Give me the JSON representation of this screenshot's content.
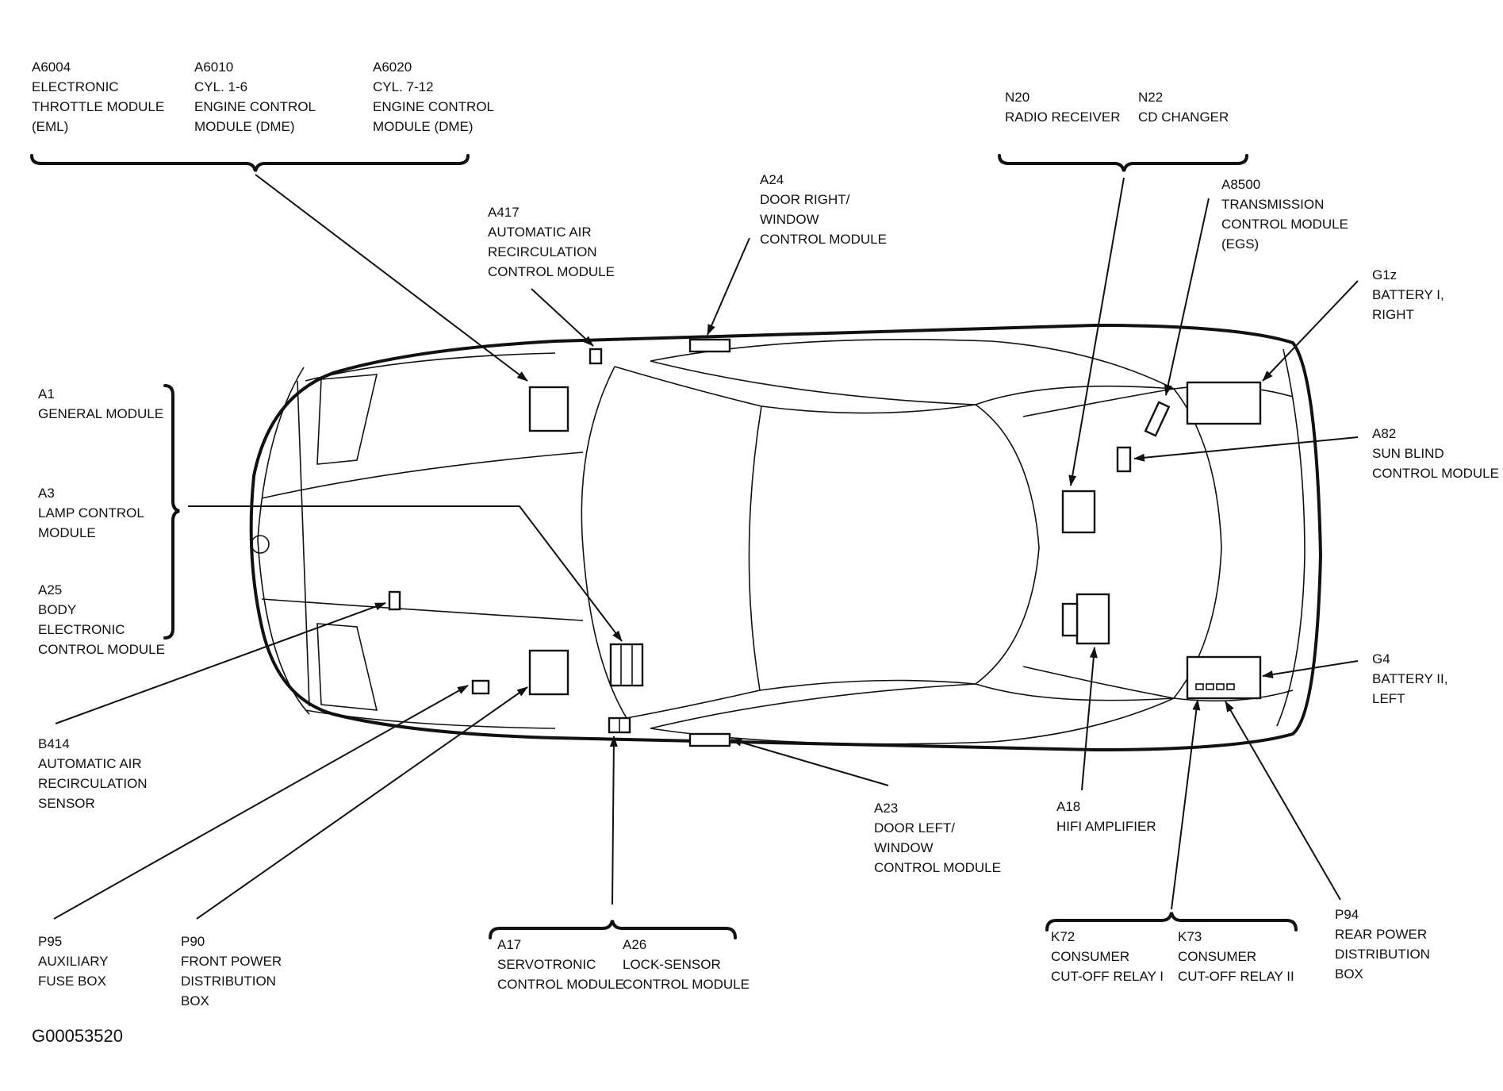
{
  "labels": {
    "a6004": [
      "A6004",
      "ELECTRONIC",
      "THROTTLE MODULE",
      "(EML)"
    ],
    "a6010": [
      "A6010",
      "CYL. 1-6",
      "ENGINE CONTROL",
      "MODULE (DME)"
    ],
    "a6020": [
      "A6020",
      "CYL. 7-12",
      "ENGINE CONTROL",
      "MODULE (DME)"
    ],
    "a417": [
      "A417",
      "AUTOMATIC AIR",
      "RECIRCULATION",
      "CONTROL MODULE"
    ],
    "a24": [
      "A24",
      "DOOR RIGHT/",
      "WINDOW",
      "CONTROL MODULE"
    ],
    "n20": [
      "N20",
      "RADIO RECEIVER"
    ],
    "n22": [
      "N22",
      "CD CHANGER"
    ],
    "a8500": [
      "A8500",
      "TRANSMISSION",
      "CONTROL MODULE",
      "(EGS)"
    ],
    "g1z": [
      "G1z",
      "BATTERY I,",
      "RIGHT"
    ],
    "a82": [
      "A82",
      "SUN BLIND",
      "CONTROL MODULE"
    ],
    "a1": [
      "A1",
      "GENERAL MODULE"
    ],
    "a3": [
      "A3",
      "LAMP CONTROL",
      "MODULE"
    ],
    "a25": [
      "A25",
      "BODY",
      "ELECTRONIC",
      "CONTROL MODULE"
    ],
    "b414": [
      "B414",
      "AUTOMATIC AIR",
      "RECIRCULATION",
      "SENSOR"
    ],
    "g4": [
      "G4",
      "BATTERY II,",
      "LEFT"
    ],
    "a23": [
      "A23",
      "DOOR LEFT/",
      "WINDOW",
      "CONTROL MODULE"
    ],
    "a18": [
      "A18",
      "HIFI AMPLIFIER"
    ],
    "p95": [
      "P95",
      "AUXILIARY",
      "FUSE BOX"
    ],
    "p90": [
      "P90",
      "FRONT POWER",
      "DISTRIBUTION",
      "BOX"
    ],
    "a17": [
      "A17",
      "SERVOTRONIC",
      "CONTROL MODULE"
    ],
    "a26": [
      "A26",
      "LOCK-SENSOR",
      "CONTROL MODULE"
    ],
    "k72": [
      "K72",
      "CONSUMER",
      "CUT-OFF RELAY I"
    ],
    "k73": [
      "K73",
      "CONSUMER",
      "CUT-OFF RELAY II"
    ],
    "p94": [
      "P94",
      "REAR POWER",
      "DISTRIBUTION",
      "BOX"
    ]
  },
  "figure_id": "G00053520"
}
